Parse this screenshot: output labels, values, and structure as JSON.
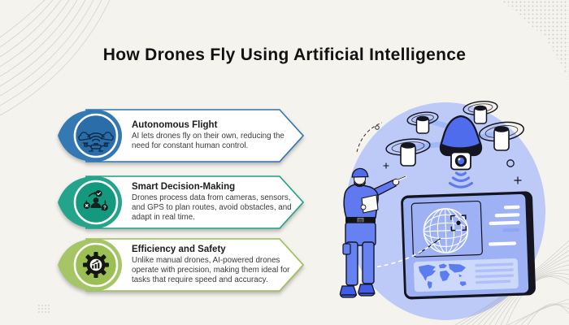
{
  "title": "How Drones Fly Using Artificial Intelligence",
  "features": [
    {
      "title": "Autonomous Flight",
      "description": "AI lets drones fly on their own, reducing the need for constant human control.",
      "accent": "#2e74b5",
      "icon": "drone-signal-icon"
    },
    {
      "title": "Smart Decision-Making",
      "description": "Drones process data from cameras, sensors, and GPS to plan routes, avoid obstacles, and adapt in real time.",
      "accent": "#22a38b",
      "icon": "decision-cycle-icon"
    },
    {
      "title": "Efficiency and Safety",
      "description": "Unlike manual drones, AI-powered drones operate with precision, making them ideal for tasks that require speed and accuracy.",
      "accent": "#a3c360",
      "icon": "gear-chart-icon"
    }
  ],
  "illustration": {
    "blob_color": "#bdcaf7",
    "drone_body_color": "#4f6ced",
    "panel_color": "#9db1f4",
    "panel_subpanel_color": "#cdd9fb",
    "map_color": "#5b7df0",
    "outline_color": "#15151f",
    "operator_outfit_color": "#6079ef"
  },
  "theme": {
    "background": "#f5f3ee",
    "title_color": "#121212",
    "body_text_color": "#3a3a3a"
  }
}
